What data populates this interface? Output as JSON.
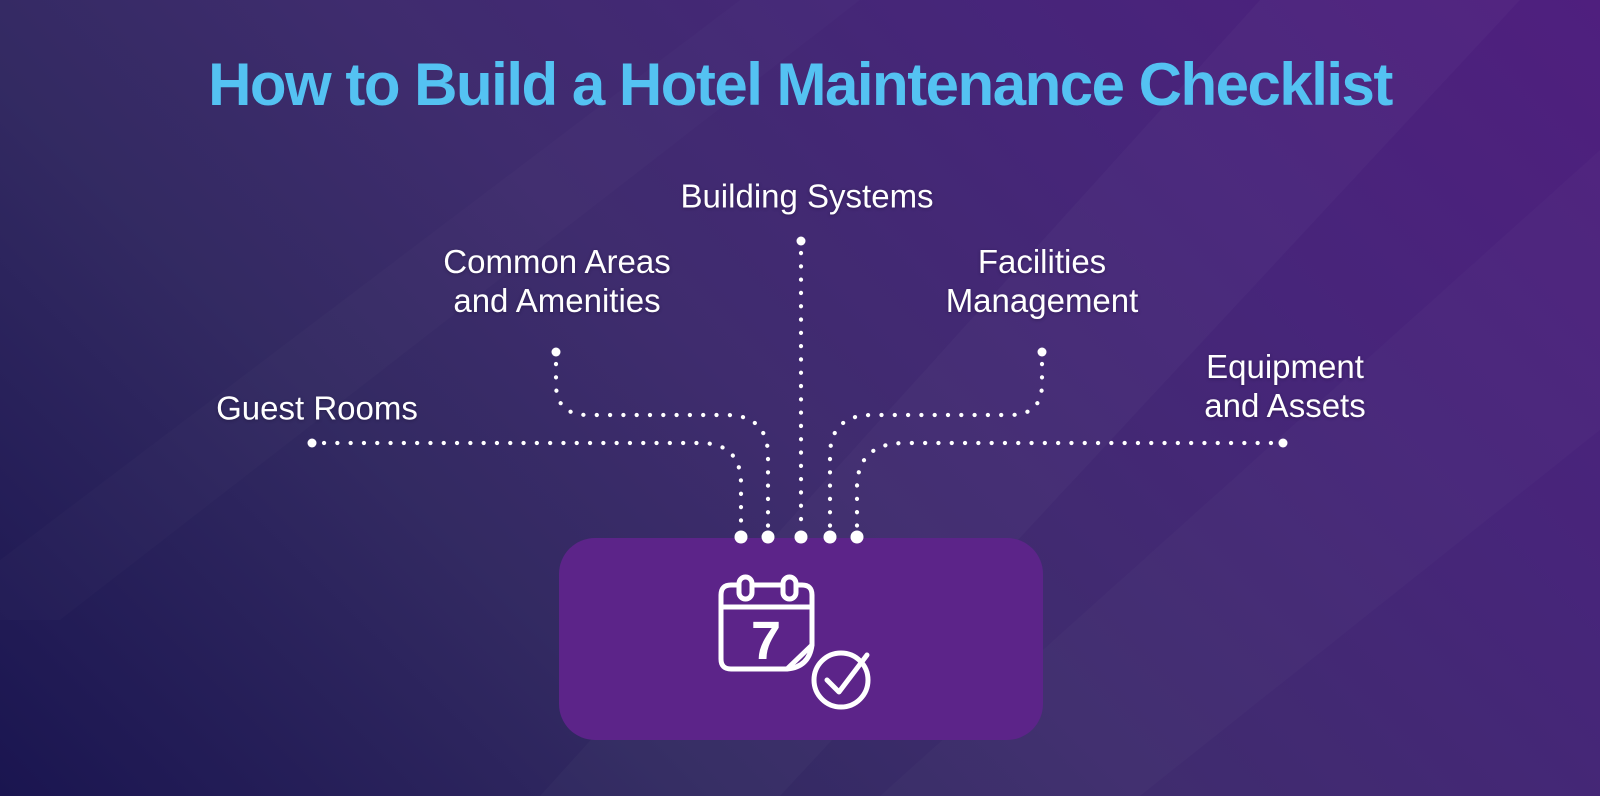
{
  "title": {
    "text": "How to Build a Hotel Maintenance Checklist"
  },
  "labels": {
    "guest_rooms": [
      "Guest Rooms"
    ],
    "common_areas": [
      "Common Areas",
      "and Amenities"
    ],
    "building_systems": [
      "Building Systems"
    ],
    "facilities_management": [
      "Facilities",
      "Management"
    ],
    "equipment_assets": [
      "Equipment",
      "and Assets"
    ]
  },
  "center_card": {
    "icon": "calendar-check-icon",
    "day_number": "7"
  },
  "colors": {
    "title_text": "#54c2f2",
    "label_text": "#ffffff",
    "connector": "#ffffff",
    "card_bg": "#5c2489",
    "bg_top_right": "#4f1f7e",
    "bg_bottom_left": "#1a1550"
  }
}
